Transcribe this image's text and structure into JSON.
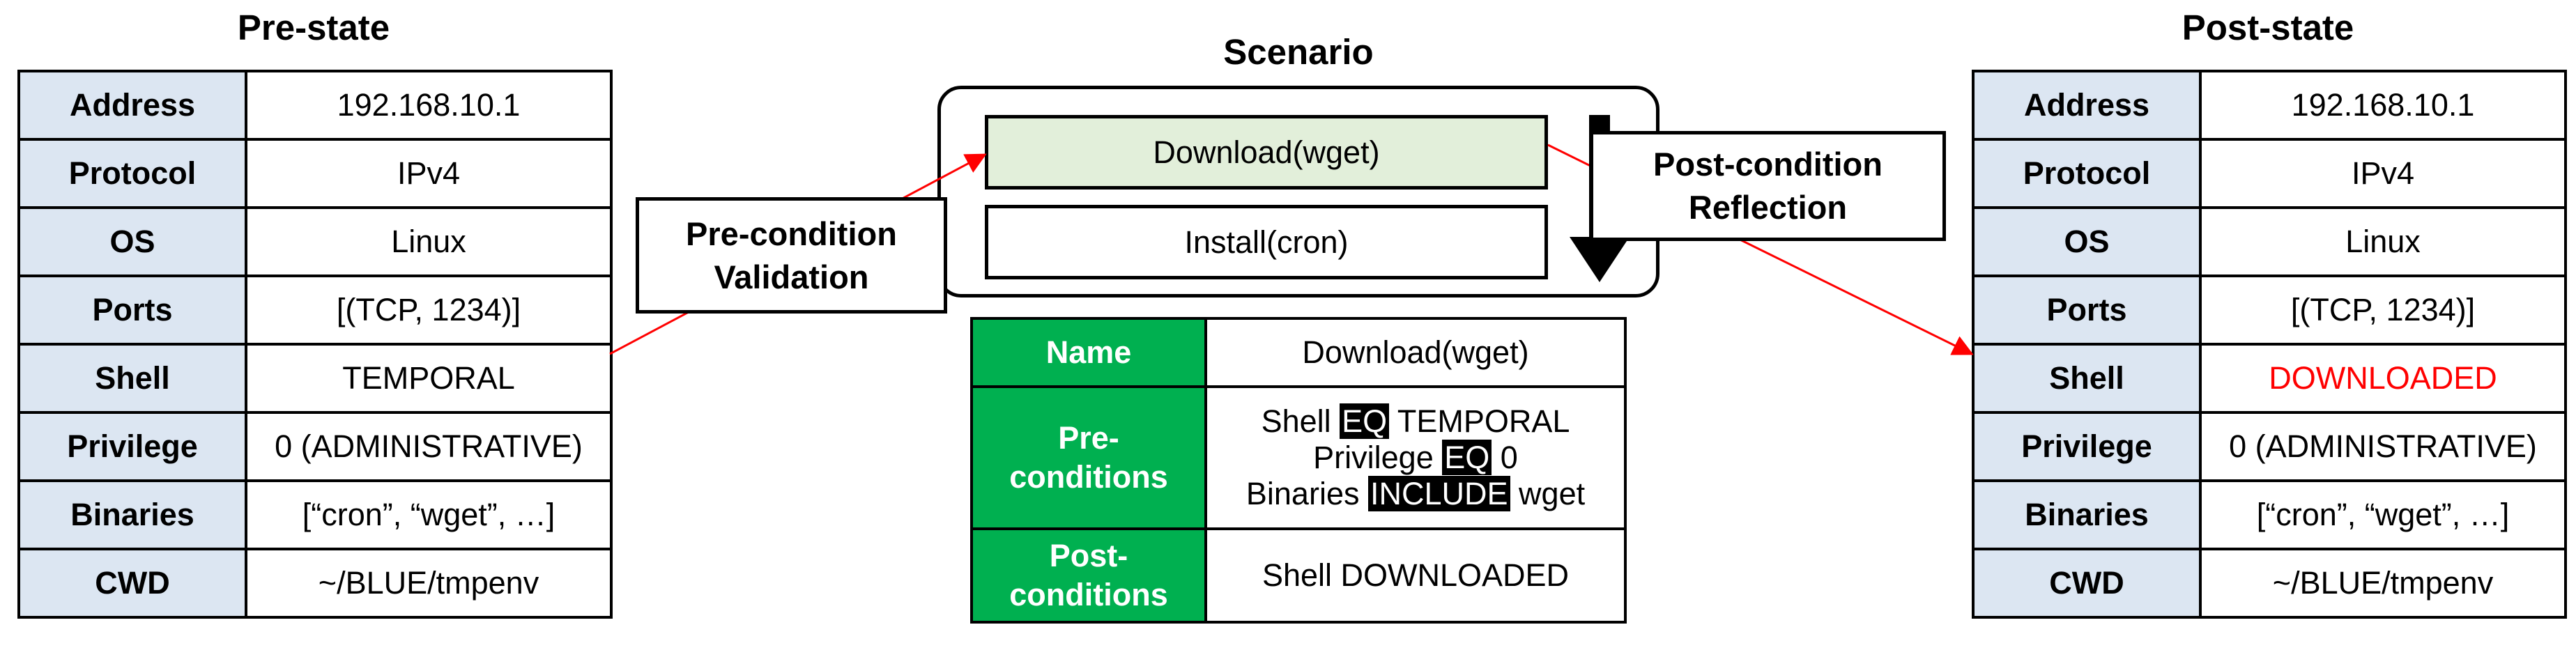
{
  "pre_state": {
    "title": "Pre-state",
    "rows": [
      {
        "key": "Address",
        "value": "192.168.10.1"
      },
      {
        "key": "Protocol",
        "value": "IPv4"
      },
      {
        "key": "OS",
        "value": "Linux"
      },
      {
        "key": "Ports",
        "value": "[(TCP, 1234)]"
      },
      {
        "key": "Shell",
        "value": "TEMPORAL"
      },
      {
        "key": "Privilege",
        "value": "0 (ADMINISTRATIVE)"
      },
      {
        "key": "Binaries",
        "value": "[“cron”, “wget”, …]"
      },
      {
        "key": "CWD",
        "value": "~/BLUE/tmpenv"
      }
    ]
  },
  "post_state": {
    "title": "Post-state",
    "rows": [
      {
        "key": "Address",
        "value": "192.168.10.1"
      },
      {
        "key": "Protocol",
        "value": "IPv4"
      },
      {
        "key": "OS",
        "value": "Linux"
      },
      {
        "key": "Ports",
        "value": "[(TCP, 1234)]"
      },
      {
        "key": "Shell",
        "value": "DOWNLOADED"
      },
      {
        "key": "Privilege",
        "value": "0 (ADMINISTRATIVE)"
      },
      {
        "key": "Binaries",
        "value": "[“cron”, “wget”, …]"
      },
      {
        "key": "CWD",
        "value": "~/BLUE/tmpenv"
      }
    ],
    "highlight_color": "#ff0000"
  },
  "scenario": {
    "title": "Scenario",
    "steps": [
      "Download(wget)",
      "Install(cron)"
    ],
    "active_step_color": "#e2efda"
  },
  "callouts": {
    "pre_condition": [
      "Pre-condition",
      "Validation"
    ],
    "post_condition": [
      "Post-condition",
      "Reflection"
    ]
  },
  "action": {
    "name_label": "Name",
    "name_value": "Download(wget)",
    "pre_label": [
      "Pre-",
      "conditions"
    ],
    "pre_conditions": [
      {
        "left": "Shell",
        "op": "EQ",
        "right": "TEMPORAL"
      },
      {
        "left": "Privilege",
        "op": "EQ",
        "right": "0"
      },
      {
        "left": "Binaries",
        "op": "INCLUDE",
        "right": "wget"
      }
    ],
    "post_label": [
      "Post-",
      "conditions"
    ],
    "post_conditions": "Shell DOWNLOADED",
    "label_color": "#00b050"
  },
  "colors": {
    "key_cell": "#dce6f2",
    "arrow": "#ff0000"
  }
}
